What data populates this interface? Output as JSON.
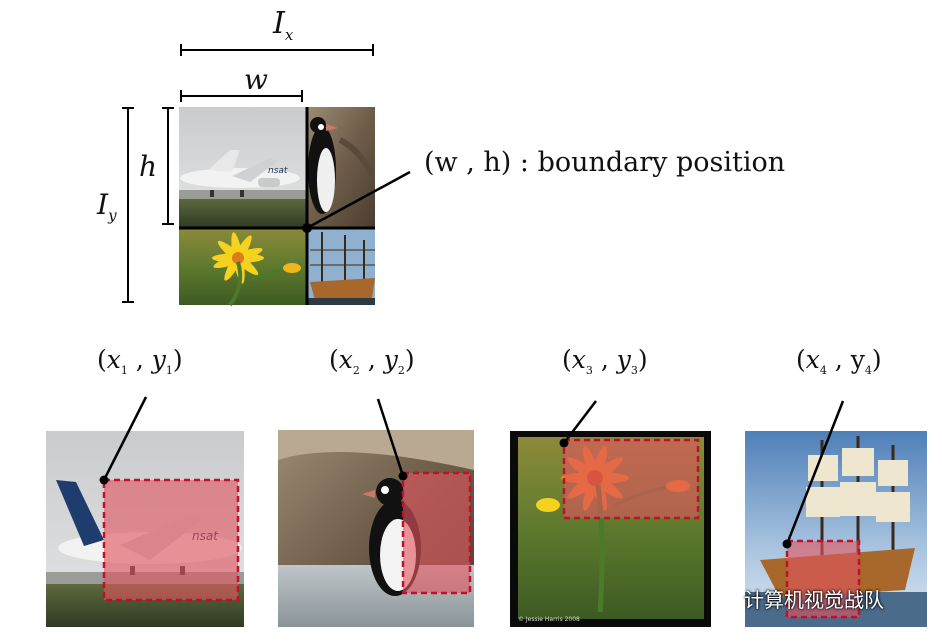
{
  "labels": {
    "ix": "I",
    "ix_sub": "x",
    "iy": "I",
    "iy_sub": "y",
    "w": "w",
    "h": "h",
    "boundary": "(w , h) : boundary position"
  },
  "coords": [
    {
      "x": "x",
      "xs": "1",
      "y": "y",
      "ys": "1"
    },
    {
      "x": "x",
      "xs": "2",
      "y": "y",
      "ys": "2"
    },
    {
      "x": "x",
      "xs": "3",
      "y": "y",
      "ys": "3"
    },
    {
      "x": "x",
      "xs": "4",
      "y": "y",
      "ys": "4"
    }
  ],
  "photo_credit": "© Jessie Harris 2008",
  "watermark": "计算机视觉战队",
  "colors": {
    "crop_fill": "#e05560",
    "crop_border": "#c0102a",
    "line": "#000000"
  },
  "icons": [
    "wechat-icon"
  ]
}
